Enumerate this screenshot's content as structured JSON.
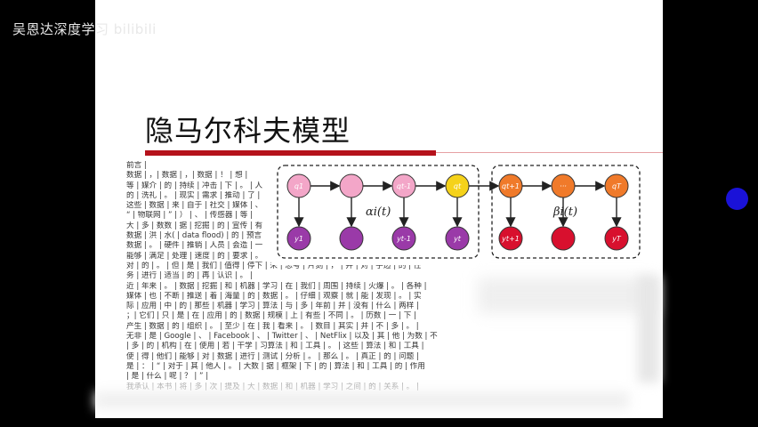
{
  "watermark": "吴恩达深度学习 bilibili",
  "slide": {
    "title": "隐马尔科夫模型",
    "body_lines": [
      "前言 |",
      "数据 | ，| 数据 | ，| 数据 | ！ | 想 |",
      "等 | 媒介 | 的 | 持续 | 冲击 | 下 | 。 | 人",
      "的 | 洗礼 | 。 | 现实 | 需求 | 推动 | 了 |",
      "这些 | 数据 | 来 | 自于 | 社交 | 媒体 | 、",
      "“ | 物联网 | ” | ） | 、 | 传感器 | 等 |",
      "大 | 多 | 数数 | 据 | 挖掘 | 的 | 宣传 | 有",
      "数据 | 洪 | 水( | data flood) | 的 | 预言",
      "数据 | 。 | 硬件 | 推销 | 人员 | 会造 | 一",
      "能够 | 满足 | 处理 | 速度 | 的 | 要求 | 。",
      "对 | 的 | 。 | 但 | 是 | 我们 | 值得 | 停下 | 来 | 思考 | 片刻 | ， | 并 | 对 | 手边 | 的 | 任",
      "务 | 进行 | 适当 | 的 | 再 | 认识 | 。 |",
      "近 | 年来 | 。 | 数据 | 挖掘 | 和 | 机器 | 学习 | 在 | 我们 | 周围 | 持续 | 火爆 | 。 | 各种 |",
      "媒体 | 也 | 不断 | 推送 | 着 | 海量 | 的 | 数据 | 。 | 仔细 | 观察 | 就 | 能 | 发现 | 。 | 实",
      "际 | 应用 | 中 | 的 | 那些 | 机器 | 学习 | 算法 | 与 | 多 | 年前 | 并 | 没有 | 什么 | 两样 |",
      "；| 它们 | 只 | 是 | 在 | 应用 | 的 | 数据 | 规模 | 上 | 有些 | 不同 | 。 | 历数 | 一 | 下 |",
      "产生 | 数据 | 的 | 组织 | 。 | 至少 | 在 | 我 | 看来 | 。 | 数目 | 其实 | 并 | 不 | 多 | 。 |",
      "无非 | 是 | Google | 、 | Facebook | 、 | Twitter | 、 | NetFlix | 以及 | 其 | 他 | 为数 | 不",
      "| 多 | 的 | 机构 | 在 | 使用 | 若 | 干学 | 习算法 | 和 | 工具 | 。 | 这些 | 算法 | 和 | 工具 |",
      "使 | 得 | 他们 | 能够 | 对 | 数据 | 进行 | 测试 | 分析 | 。 | 那么 | 。 | 真正 | 的 | 问题 |",
      "是 | ： | “ | 对于 | 其 | 他人 | 。 | 大数 | 据 | 框架 | 下 | 的 | 算法 | 和 | 工具 | 的 | 作用",
      "| 是 | 什么 | 呢 | ？ | ” |",
      "我承认 | 本书 | 将 | 多 | 次 | 提及 | 大 | 数据 | 和 | 机器 | 学习 | 之间 | 的 | 关系 | 。 |"
    ]
  },
  "diagram": {
    "forward_label": "αi(t)",
    "backward_label": "βi(t)",
    "hidden_nodes": [
      {
        "label": "q1",
        "color": "#f3a6c8"
      },
      {
        "label": "",
        "color": "#f3a6c8"
      },
      {
        "label": "qt-1",
        "color": "#f3a6c8"
      },
      {
        "label": "qt",
        "color": "#f5d21a"
      },
      {
        "label": "qt+1",
        "color": "#f07a2a"
      },
      {
        "label": "···",
        "color": "#f07a2a"
      },
      {
        "label": "qT",
        "color": "#f07a2a"
      }
    ],
    "observed_nodes": [
      {
        "label": "y1",
        "color": "#9a3aa8"
      },
      {
        "label": "",
        "color": "#9a3aa8"
      },
      {
        "label": "yt-1",
        "color": "#9a3aa8"
      },
      {
        "label": "yt",
        "color": "#9a3aa8"
      },
      {
        "label": "yt+1",
        "color": "#d8102e"
      },
      {
        "label": "",
        "color": "#d8102e"
      },
      {
        "label": "yT",
        "color": "#d8102e"
      }
    ]
  },
  "colors": {
    "title_bar": "#b5121b",
    "player_dot": "#1a12d8"
  }
}
